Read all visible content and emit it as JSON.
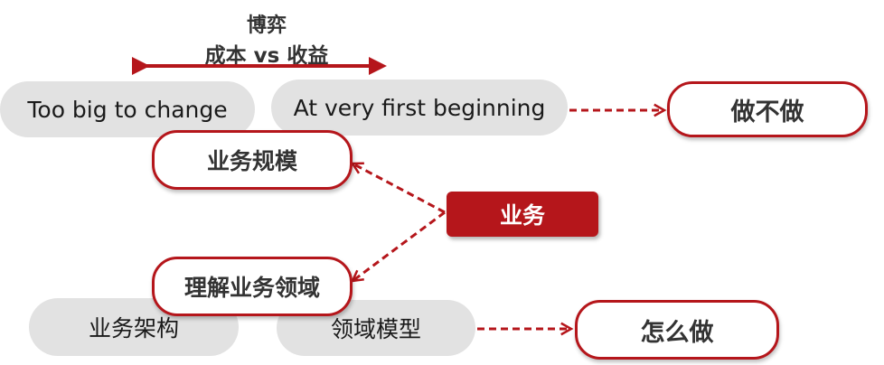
{
  "top": {
    "line1": "博弈",
    "line2": "成本 vs 收益"
  },
  "pills": {
    "too_big": "Too big to change",
    "first_beginning": "At very first beginning",
    "biz_arch": "业务架构",
    "domain_model": "领域模型"
  },
  "boxes": {
    "do_or_not": "做不做",
    "biz_scale": "业务规模",
    "business": "业务",
    "understand_domain": "理解业务领域",
    "how_to_do": "怎么做"
  },
  "colors": {
    "accent": "#b5161b",
    "pill_bg": "#e2e2e2"
  }
}
